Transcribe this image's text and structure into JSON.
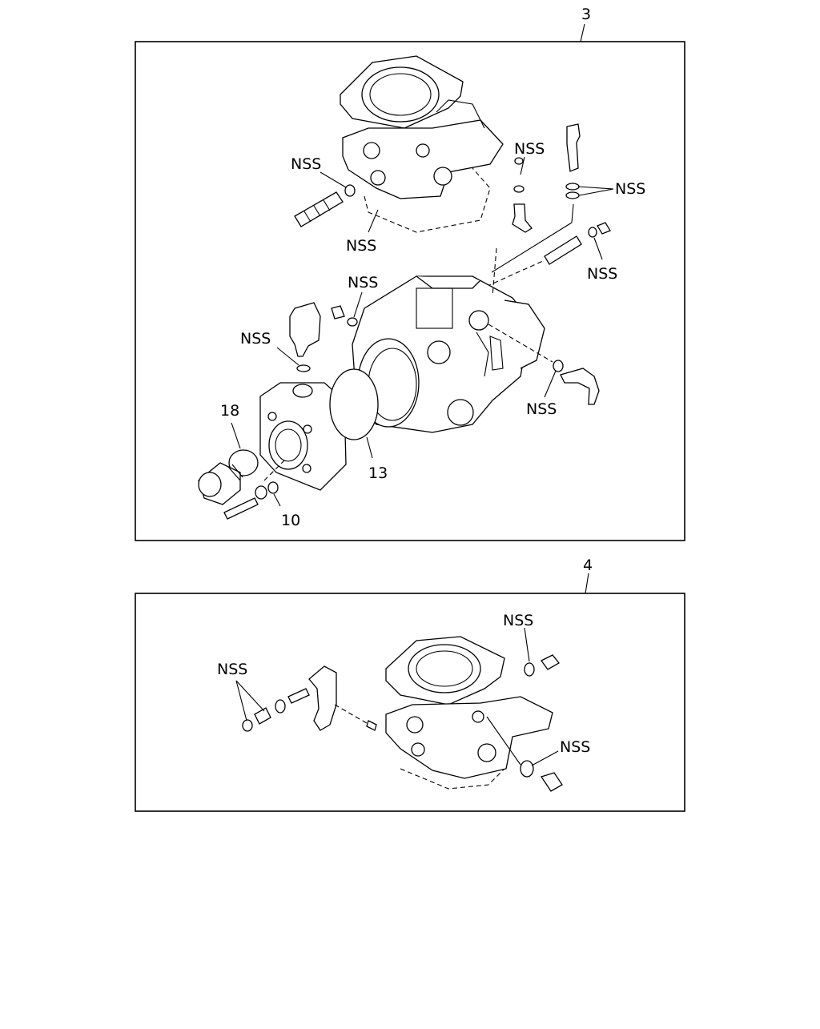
{
  "panel_top": {
    "number": "3",
    "callouts": {
      "nss_inlet": "NSS",
      "nss_gasket": "NSS",
      "nss_valve_washer": "NSS",
      "nss_sensor_rings": "NSS",
      "nss_bolt_washer": "NSS",
      "nss_top_body": "NSS",
      "nss_sensor_ring": "NSS",
      "nss_right_ring": "NSS",
      "ref_18": "18",
      "ref_13": "13",
      "ref_10": "10"
    }
  },
  "panel_bottom": {
    "number": "4",
    "callouts": {
      "nss_screw_washers": "NSS",
      "nss_top_washer": "NSS",
      "nss_bottom_washer": "NSS"
    }
  }
}
